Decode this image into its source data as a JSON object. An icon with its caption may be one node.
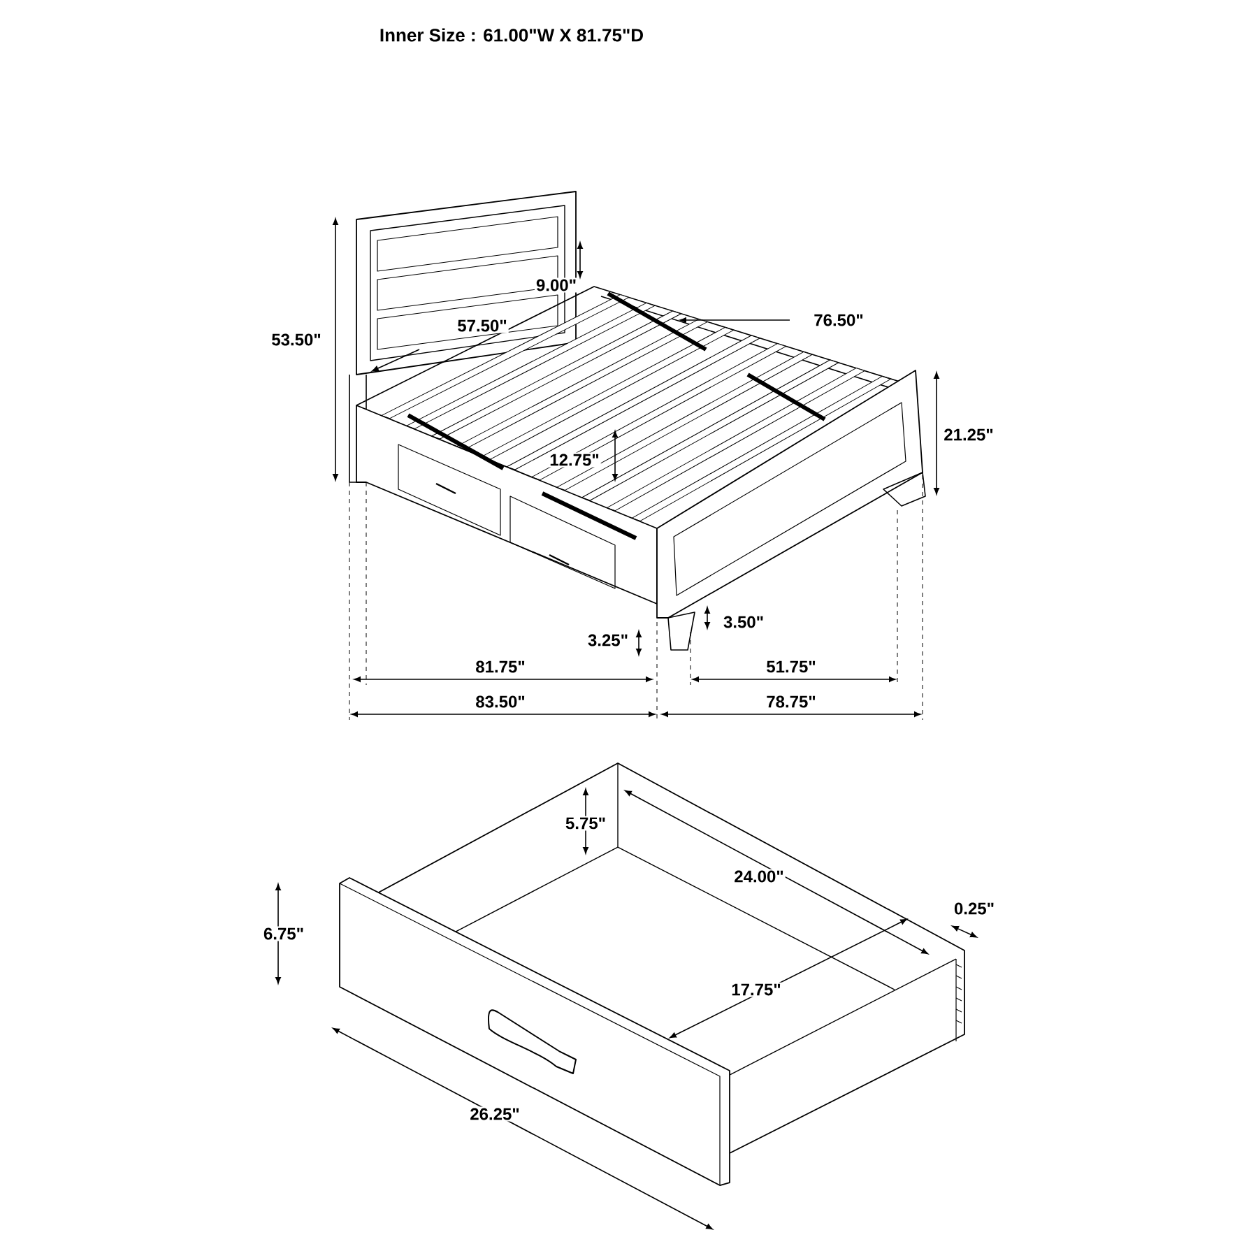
{
  "diagram": {
    "title": "Inner Size : 61.00\"W X 81.75\"D",
    "labels": [
      "53.50\"",
      "9.00\"",
      "57.50\"",
      "76.50\"",
      "21.25\"",
      "12.75\"",
      "3.50\"",
      "3.25\"",
      "81.75\"",
      "51.75\"",
      "83.50\"",
      "78.75\"",
      "5.75\"",
      "24.00\"",
      "0.25\"",
      "6.75\"",
      "17.75\"",
      "26.25\""
    ]
  }
}
